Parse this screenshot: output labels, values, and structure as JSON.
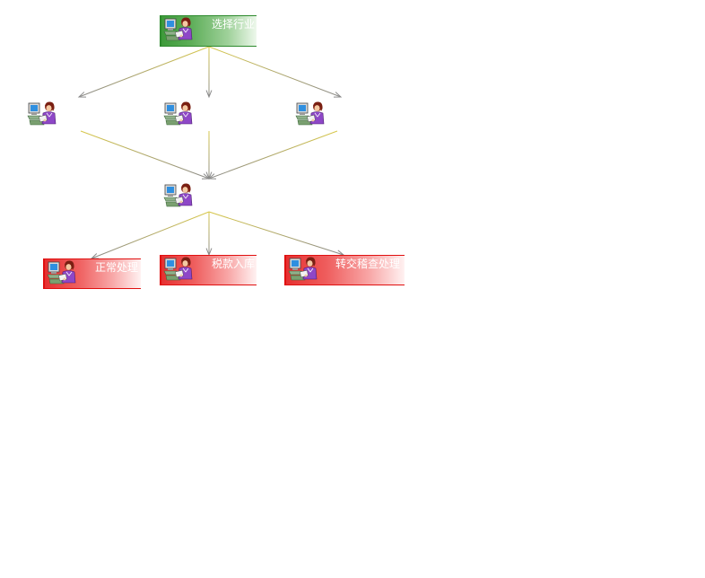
{
  "diagram": {
    "nodes": [
      {
        "id": "select-industry",
        "label": "选择行业",
        "style": "green"
      },
      {
        "id": "branch-left",
        "label": "",
        "style": "plain"
      },
      {
        "id": "branch-middle",
        "label": "",
        "style": "plain"
      },
      {
        "id": "branch-right",
        "label": "",
        "style": "plain"
      },
      {
        "id": "merge",
        "label": "",
        "style": "plain"
      },
      {
        "id": "normal-process",
        "label": "正常处理",
        "style": "red"
      },
      {
        "id": "tax-deposit",
        "label": "税款入库",
        "style": "red"
      },
      {
        "id": "transfer-inspection",
        "label": "转交稽查处理",
        "style": "red"
      }
    ],
    "edges": [
      {
        "from": "select-industry",
        "to": "branch-left"
      },
      {
        "from": "select-industry",
        "to": "branch-middle"
      },
      {
        "from": "select-industry",
        "to": "branch-right"
      },
      {
        "from": "branch-left",
        "to": "merge"
      },
      {
        "from": "branch-middle",
        "to": "merge"
      },
      {
        "from": "branch-right",
        "to": "merge"
      },
      {
        "from": "merge",
        "to": "normal-process"
      },
      {
        "from": "merge",
        "to": "tax-deposit"
      },
      {
        "from": "merge",
        "to": "transfer-inspection"
      }
    ],
    "icon": "computer-user-icon",
    "colors": {
      "edge_gold": "#d8c84a",
      "edge_gray": "#8a8a8a",
      "green_node": "#3d9a3a",
      "red_node": "#e63030"
    }
  }
}
